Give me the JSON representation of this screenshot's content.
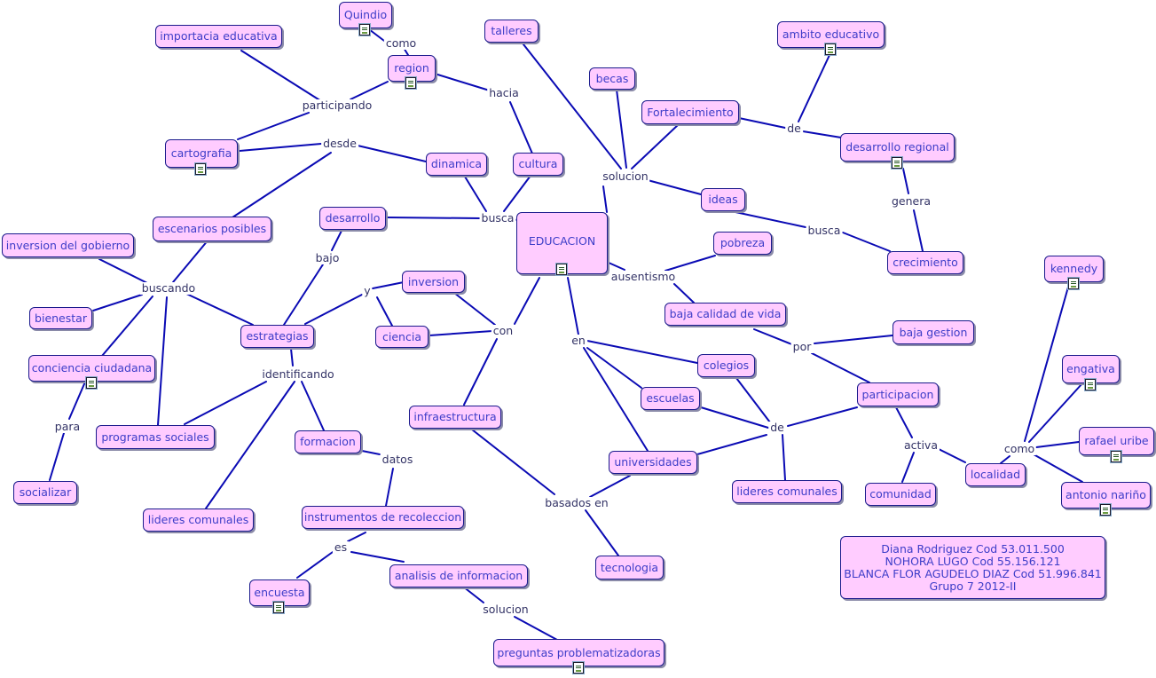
{
  "nodes": {
    "educacion": "EDUCACION",
    "quindio": "Quindio",
    "importacia_educativa": "importacia educativa",
    "region": "region",
    "talleres": "talleres",
    "ambito_educativo": "ambito educativo",
    "becas": "becas",
    "fortalecimiento": "Fortalecimiento",
    "desarrollo_regional": "desarrollo regional",
    "cartografia": "cartografia",
    "dinamica": "dinamica",
    "cultura": "cultura",
    "ideas": "ideas",
    "escenarios_posibles": "escenarios posibles",
    "desarrollo": "desarrollo",
    "pobreza": "pobreza",
    "crecimiento": "crecimiento",
    "inversion_gobierno": "inversion del gobierno",
    "kennedy": "kennedy",
    "inversion": "inversion",
    "bienestar": "bienestar",
    "baja_calidad": "baja calidad de vida",
    "baja_gestion": "baja gestion",
    "estrategias": "estrategias",
    "ciencia": "ciencia",
    "colegios": "colegios",
    "conciencia_ciudadana": "conciencia ciudadana",
    "engativa": "engativa",
    "escuelas": "escuelas",
    "participacion": "participacion",
    "infraestructura": "infraestructura",
    "programas_sociales": "programas sociales",
    "formacion": "formacion",
    "rafael_uribe": "rafael uribe",
    "universidades": "universidades",
    "localidad": "localidad",
    "socializar": "socializar",
    "lideres_comunales_right": "lideres comunales",
    "comunidad": "comunidad",
    "antonio_narino": "antonio nariño",
    "instrumentos": "instrumentos de recoleccion",
    "lideres_comunales_left": "lideres comunales",
    "tecnologia": "tecnologia",
    "encuesta": "encuesta",
    "analisis": "analisis de informacion",
    "preguntas": "preguntas problematizadoras"
  },
  "links": {
    "como_top": "como",
    "participando": "participando",
    "hacia": "hacia",
    "solucion_top": "solucion",
    "de_top": "de",
    "desde": "desde",
    "genera": "genera",
    "busca_center": "busca",
    "busca_right": "busca",
    "bajo": "bajo",
    "ausentismo": "ausentismo",
    "buscando": "buscando",
    "y": "y",
    "con": "con",
    "en": "en",
    "por": "por",
    "identificando": "identificando",
    "para": "para",
    "de_mid": "de",
    "activa": "activa",
    "como_right": "como",
    "datos": "datos",
    "basados_en": "basados en",
    "es": "es",
    "solucion_bottom": "solucion"
  },
  "authors": [
    "Diana Rodriguez Cod 53.011.500",
    "NOHORA LUGO Cod 55.156.121",
    "BLANCA FLOR AGUDELO DIAZ Cod 51.996.841",
    "Grupo 7 2012-II"
  ],
  "colors": {
    "node_fill": "#ffccff",
    "node_border": "#1a1a8c",
    "node_text": "#3d3dc8",
    "line": "#0a0ab4",
    "link_text": "#333366"
  },
  "icons": {
    "resource": "document-icon"
  }
}
